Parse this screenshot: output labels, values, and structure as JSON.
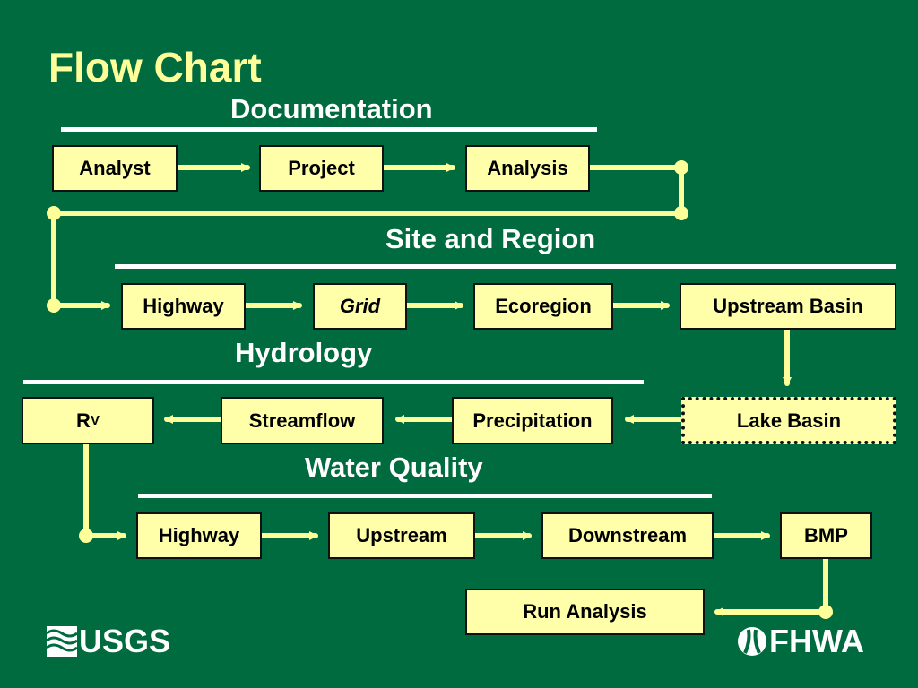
{
  "title": "Flow Chart",
  "colors": {
    "background": "#006b3f",
    "box": "#ffffaa",
    "connector": "#ffff99",
    "title": "#ffff99",
    "rule": "#ffffff"
  },
  "sections": {
    "documentation": "Documentation",
    "site_region": "Site and Region",
    "hydrology": "Hydrology",
    "water_quality": "Water Quality"
  },
  "boxes": {
    "analyst": "Analyst",
    "project": "Project",
    "analysis": "Analysis",
    "highway_site": "Highway",
    "grid": "Grid",
    "ecoregion": "Ecoregion",
    "upstream_basin": "Upstream Basin",
    "lake_basin": "Lake Basin",
    "precipitation": "Precipitation",
    "streamflow": "Streamflow",
    "rv_main": "R",
    "rv_sub": "V",
    "highway_wq": "Highway",
    "upstream": "Upstream",
    "downstream": "Downstream",
    "bmp": "BMP",
    "run_analysis": "Run Analysis"
  },
  "logos": {
    "left": "USGS",
    "right": "FHWA",
    "left_icon": "usgs-waves-icon",
    "right_icon": "fhwa-road-icon"
  }
}
